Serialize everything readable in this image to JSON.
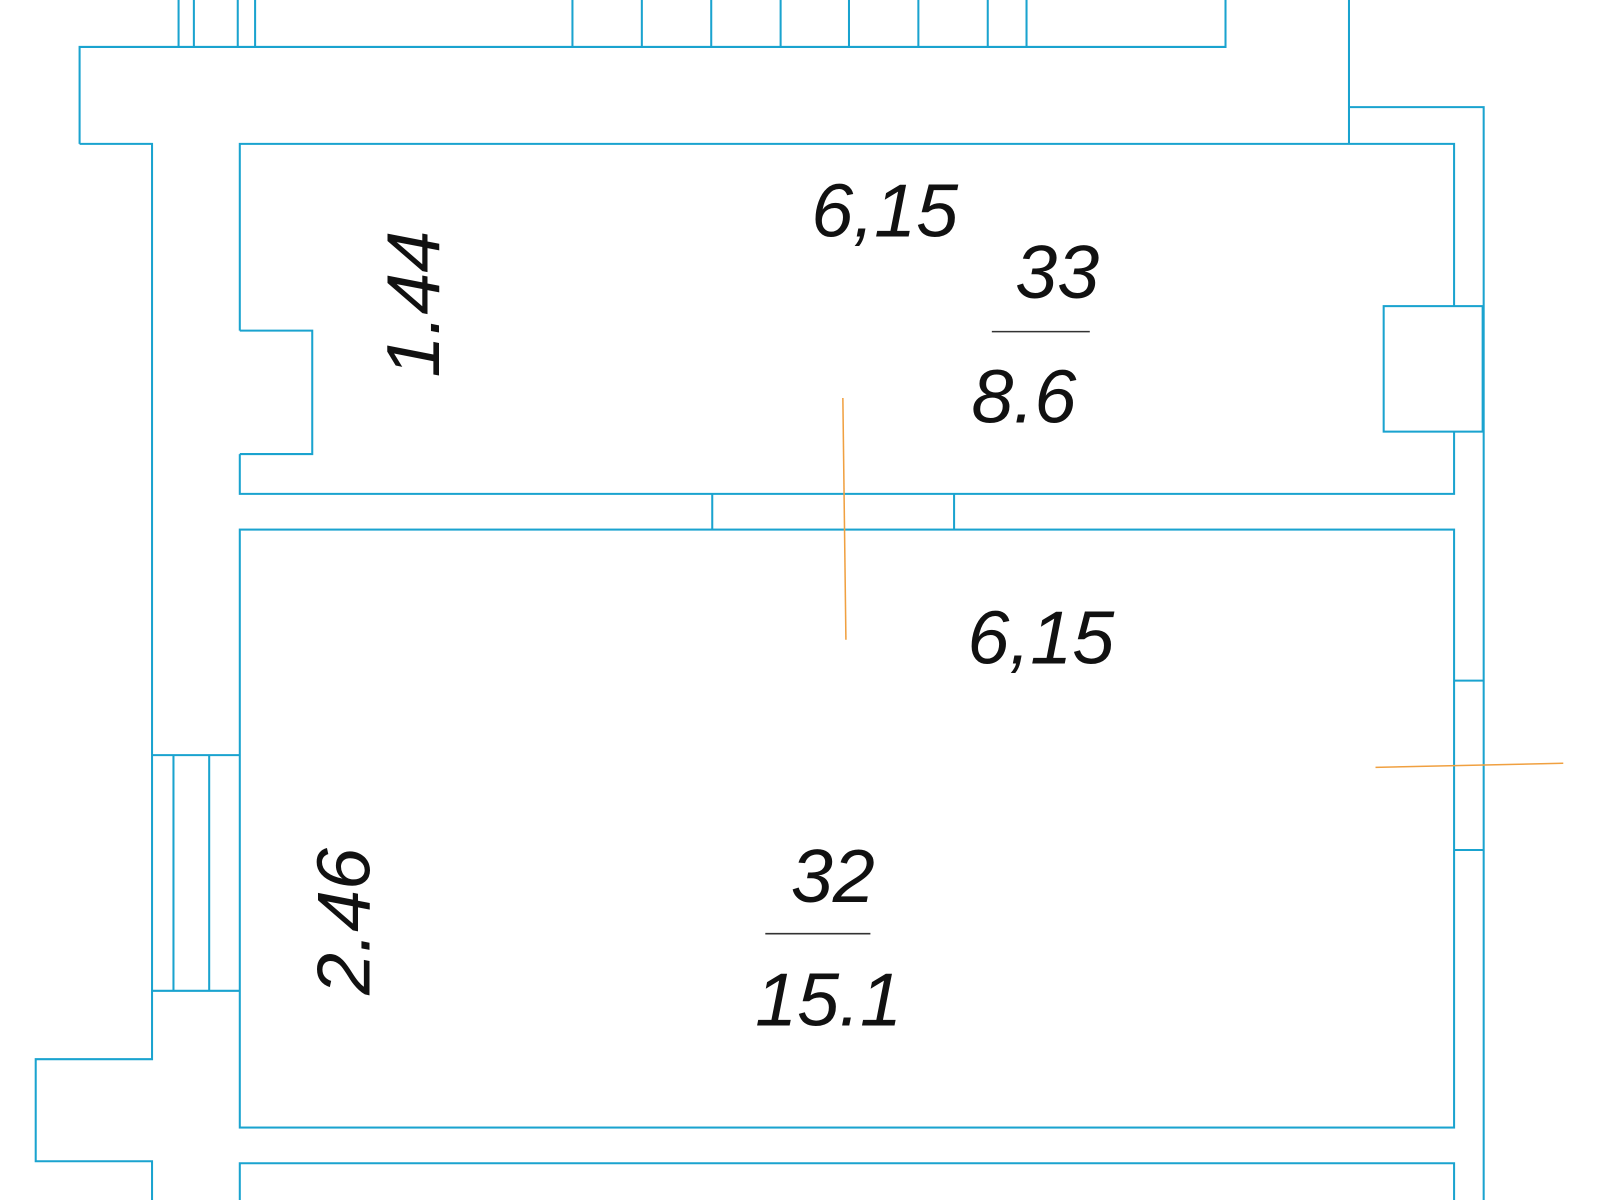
{
  "colors": {
    "wall": "#1aa3cf",
    "axis": "#f0a040",
    "text": "#111111"
  },
  "rooms": [
    {
      "name": "upper",
      "width_label": "6,15",
      "depth_label": "1.44",
      "room_number": "33",
      "area": "8.6"
    },
    {
      "name": "lower",
      "width_label": "6,15",
      "depth_label": "2.46",
      "room_number": "32",
      "area": "15.1"
    }
  ]
}
